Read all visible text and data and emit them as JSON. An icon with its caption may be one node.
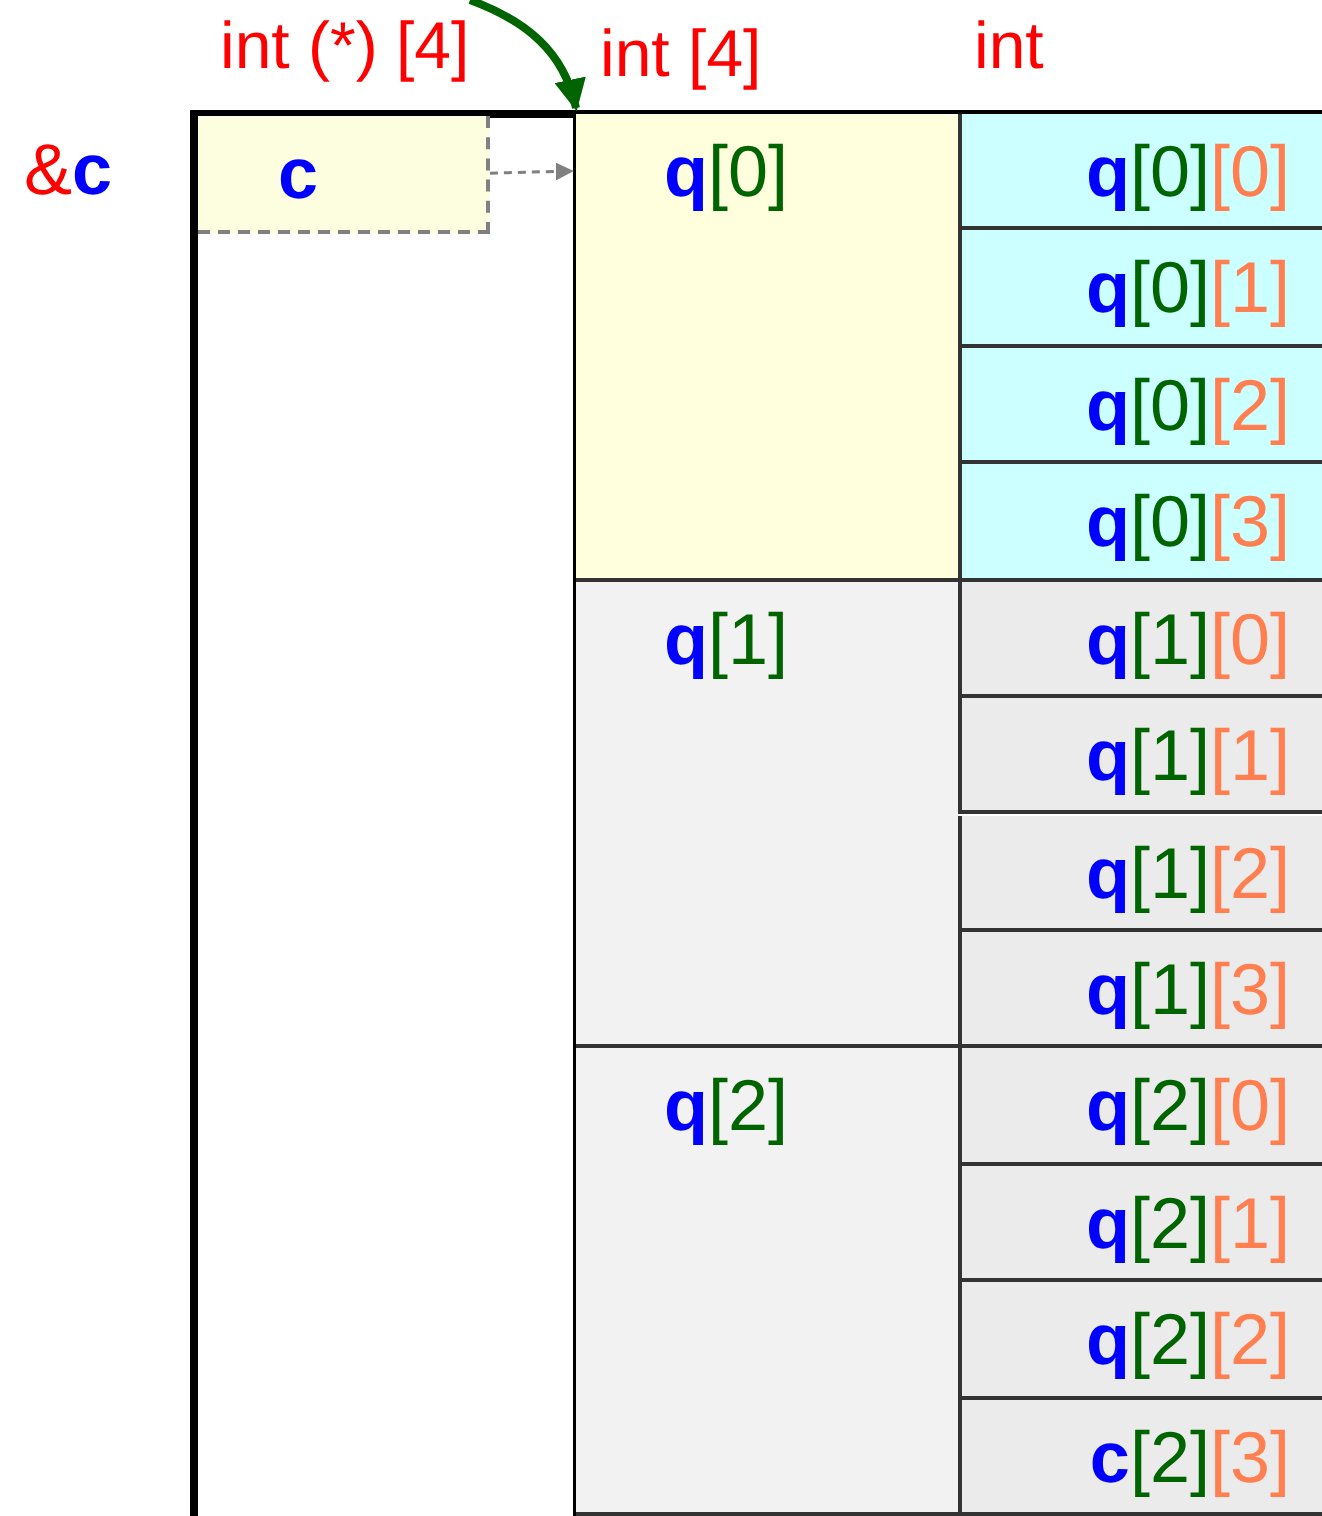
{
  "diagram": {
    "nodes": [
      {
        "text": [
          "c"
        ]
      },
      {
        "text": [
          "q[0]"
        ]
      },
      {
        "text": [
          "q[1]"
        ]
      },
      {
        "text": [
          "q[2]"
        ]
      },
      {
        "text": [
          "q[0][0]"
        ]
      },
      {
        "text": [
          "q[0][1]"
        ]
      },
      {
        "text": [
          "q[0][2]"
        ]
      },
      {
        "text": [
          "q[0][3]"
        ]
      },
      {
        "text": [
          "q[1][0]"
        ]
      },
      {
        "text": [
          "q[1][1]"
        ]
      },
      {
        "text": [
          "q[1][2]"
        ]
      },
      {
        "text": [
          "q[1][3]"
        ]
      },
      {
        "text": [
          "q[2][0]"
        ]
      },
      {
        "text": [
          "q[2][1]"
        ]
      },
      {
        "text": [
          "q[2][2]"
        ]
      },
      {
        "text": [
          "c[2][3]"
        ]
      }
    ],
    "edges": [
      {
        "from": 0,
        "to": 1,
        "arrow": "to",
        "style": "dashed",
        "color": "#808080"
      },
      {
        "from": null,
        "to": 1,
        "arrow": "to",
        "style": "thick",
        "color": "#006400"
      }
    ],
    "labels": [
      "int (*) [4]",
      "int [4]",
      "int",
      "&c"
    ]
  }
}
